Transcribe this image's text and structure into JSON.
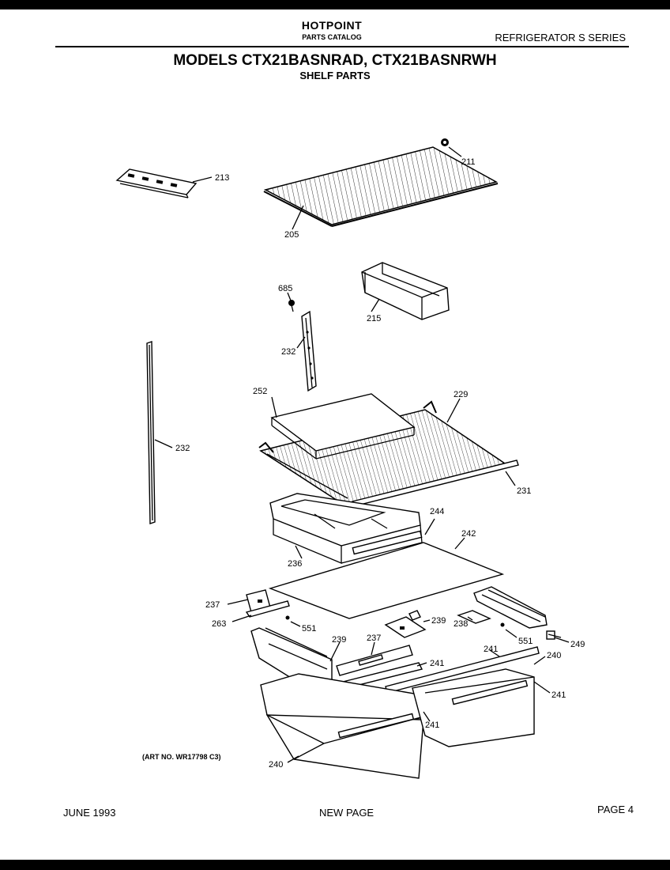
{
  "header": {
    "brand": "HOTPOINT",
    "catalog": "PARTS CATALOG",
    "series": "REFRIGERATOR S SERIES",
    "models": "MODELS CTX21BASNRAD, CTX21BASNRWH",
    "subtitle": "SHELF PARTS"
  },
  "art_number": "(ART NO. WR17798 C3)",
  "footer": {
    "date": "JUNE 1993",
    "note": "NEW PAGE",
    "page": "PAGE 4"
  },
  "callouts": {
    "p211": "211",
    "p213": "213",
    "p205": "205",
    "p685": "685",
    "p215": "215",
    "p232a": "232",
    "p232b": "232",
    "p252": "252",
    "p229": "229",
    "p231": "231",
    "p244": "244",
    "p242": "242",
    "p236": "236",
    "p237a": "237",
    "p263": "263",
    "p551a": "551",
    "p239a": "239",
    "p238": "238",
    "p551b": "551",
    "p249": "249",
    "p239b": "239",
    "p237b": "237",
    "p241a": "241",
    "p241b": "241",
    "p240a": "240",
    "p241c": "241",
    "p241d": "241",
    "p240b": "240"
  }
}
